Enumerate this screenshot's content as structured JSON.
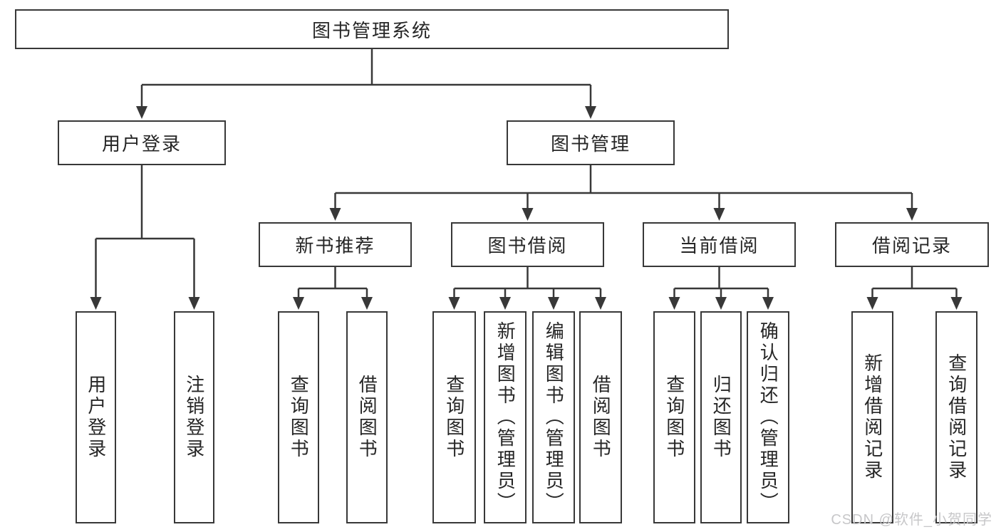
{
  "colors": {
    "line": "#383838",
    "text": "#262626",
    "background": "#ffffff",
    "watermark": "#c7c7c9"
  },
  "watermark": "CSDN @软件_小贺同学",
  "tree": {
    "label": "图书管理系统",
    "children": [
      {
        "label": "用户登录",
        "children": [
          {
            "label": "用户登录"
          },
          {
            "label": "注销登录"
          }
        ]
      },
      {
        "label": "图书管理",
        "children": [
          {
            "label": "新书推荐",
            "children": [
              {
                "label": "查询图书"
              },
              {
                "label": "借阅图书"
              }
            ]
          },
          {
            "label": "图书借阅",
            "children": [
              {
                "label": "查询图书"
              },
              {
                "label": "新增图书（管理员）"
              },
              {
                "label": "编辑图书（管理员）"
              },
              {
                "label": "借阅图书"
              }
            ]
          },
          {
            "label": "当前借阅",
            "children": [
              {
                "label": "查询图书"
              },
              {
                "label": "归还图书"
              },
              {
                "label": "确认归还（管理员）"
              }
            ]
          },
          {
            "label": "借阅记录",
            "children": [
              {
                "label": "新增借阅记录"
              },
              {
                "label": "查询借阅记录"
              }
            ]
          }
        ]
      }
    ]
  }
}
